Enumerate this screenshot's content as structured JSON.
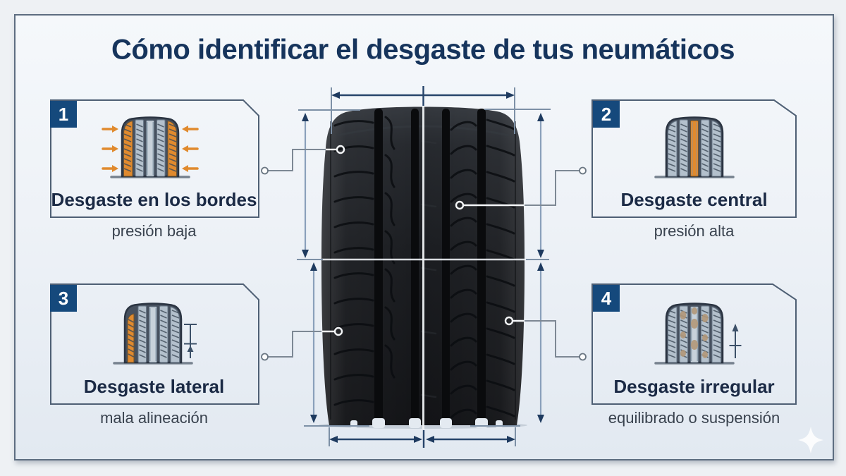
{
  "title": "Cómo identificar el desgaste de tus neumáticos",
  "callouts": [
    {
      "number": "1",
      "label": "Desgaste en los bordes",
      "subtitle": "presión baja",
      "icon": "tire-edge-wear-icon"
    },
    {
      "number": "2",
      "label": "Desgaste central",
      "subtitle": "presión alta",
      "icon": "tire-center-wear-icon"
    },
    {
      "number": "3",
      "label": "Desgaste lateral",
      "subtitle": "mala alineación",
      "icon": "tire-side-wear-icon"
    },
    {
      "number": "4",
      "label": "Desgaste irregular",
      "subtitle": "equilibrado o suspensión",
      "icon": "tire-irregular-wear-icon"
    }
  ],
  "colors": {
    "title_navy": "#16345c",
    "badge_navy": "#15497c",
    "accent_orange": "#e08a2e",
    "box_border": "#4e5f74",
    "dimension_blue": "#27456b",
    "connector_gray": "#7d8894",
    "card_background": "#edf1f6"
  }
}
